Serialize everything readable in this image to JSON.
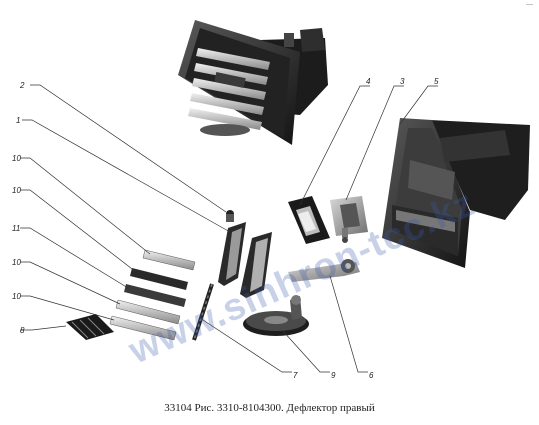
{
  "caption": "33104 Рис. 3310-8104300. Дефлектор правый",
  "watermark": "www.sinhron-tcc.kz",
  "corner_mark": "—",
  "callouts": [
    "2",
    "1",
    "10",
    "10",
    "11",
    "10",
    "10",
    "8",
    "4",
    "3",
    "5",
    "7",
    "9",
    "6"
  ]
}
